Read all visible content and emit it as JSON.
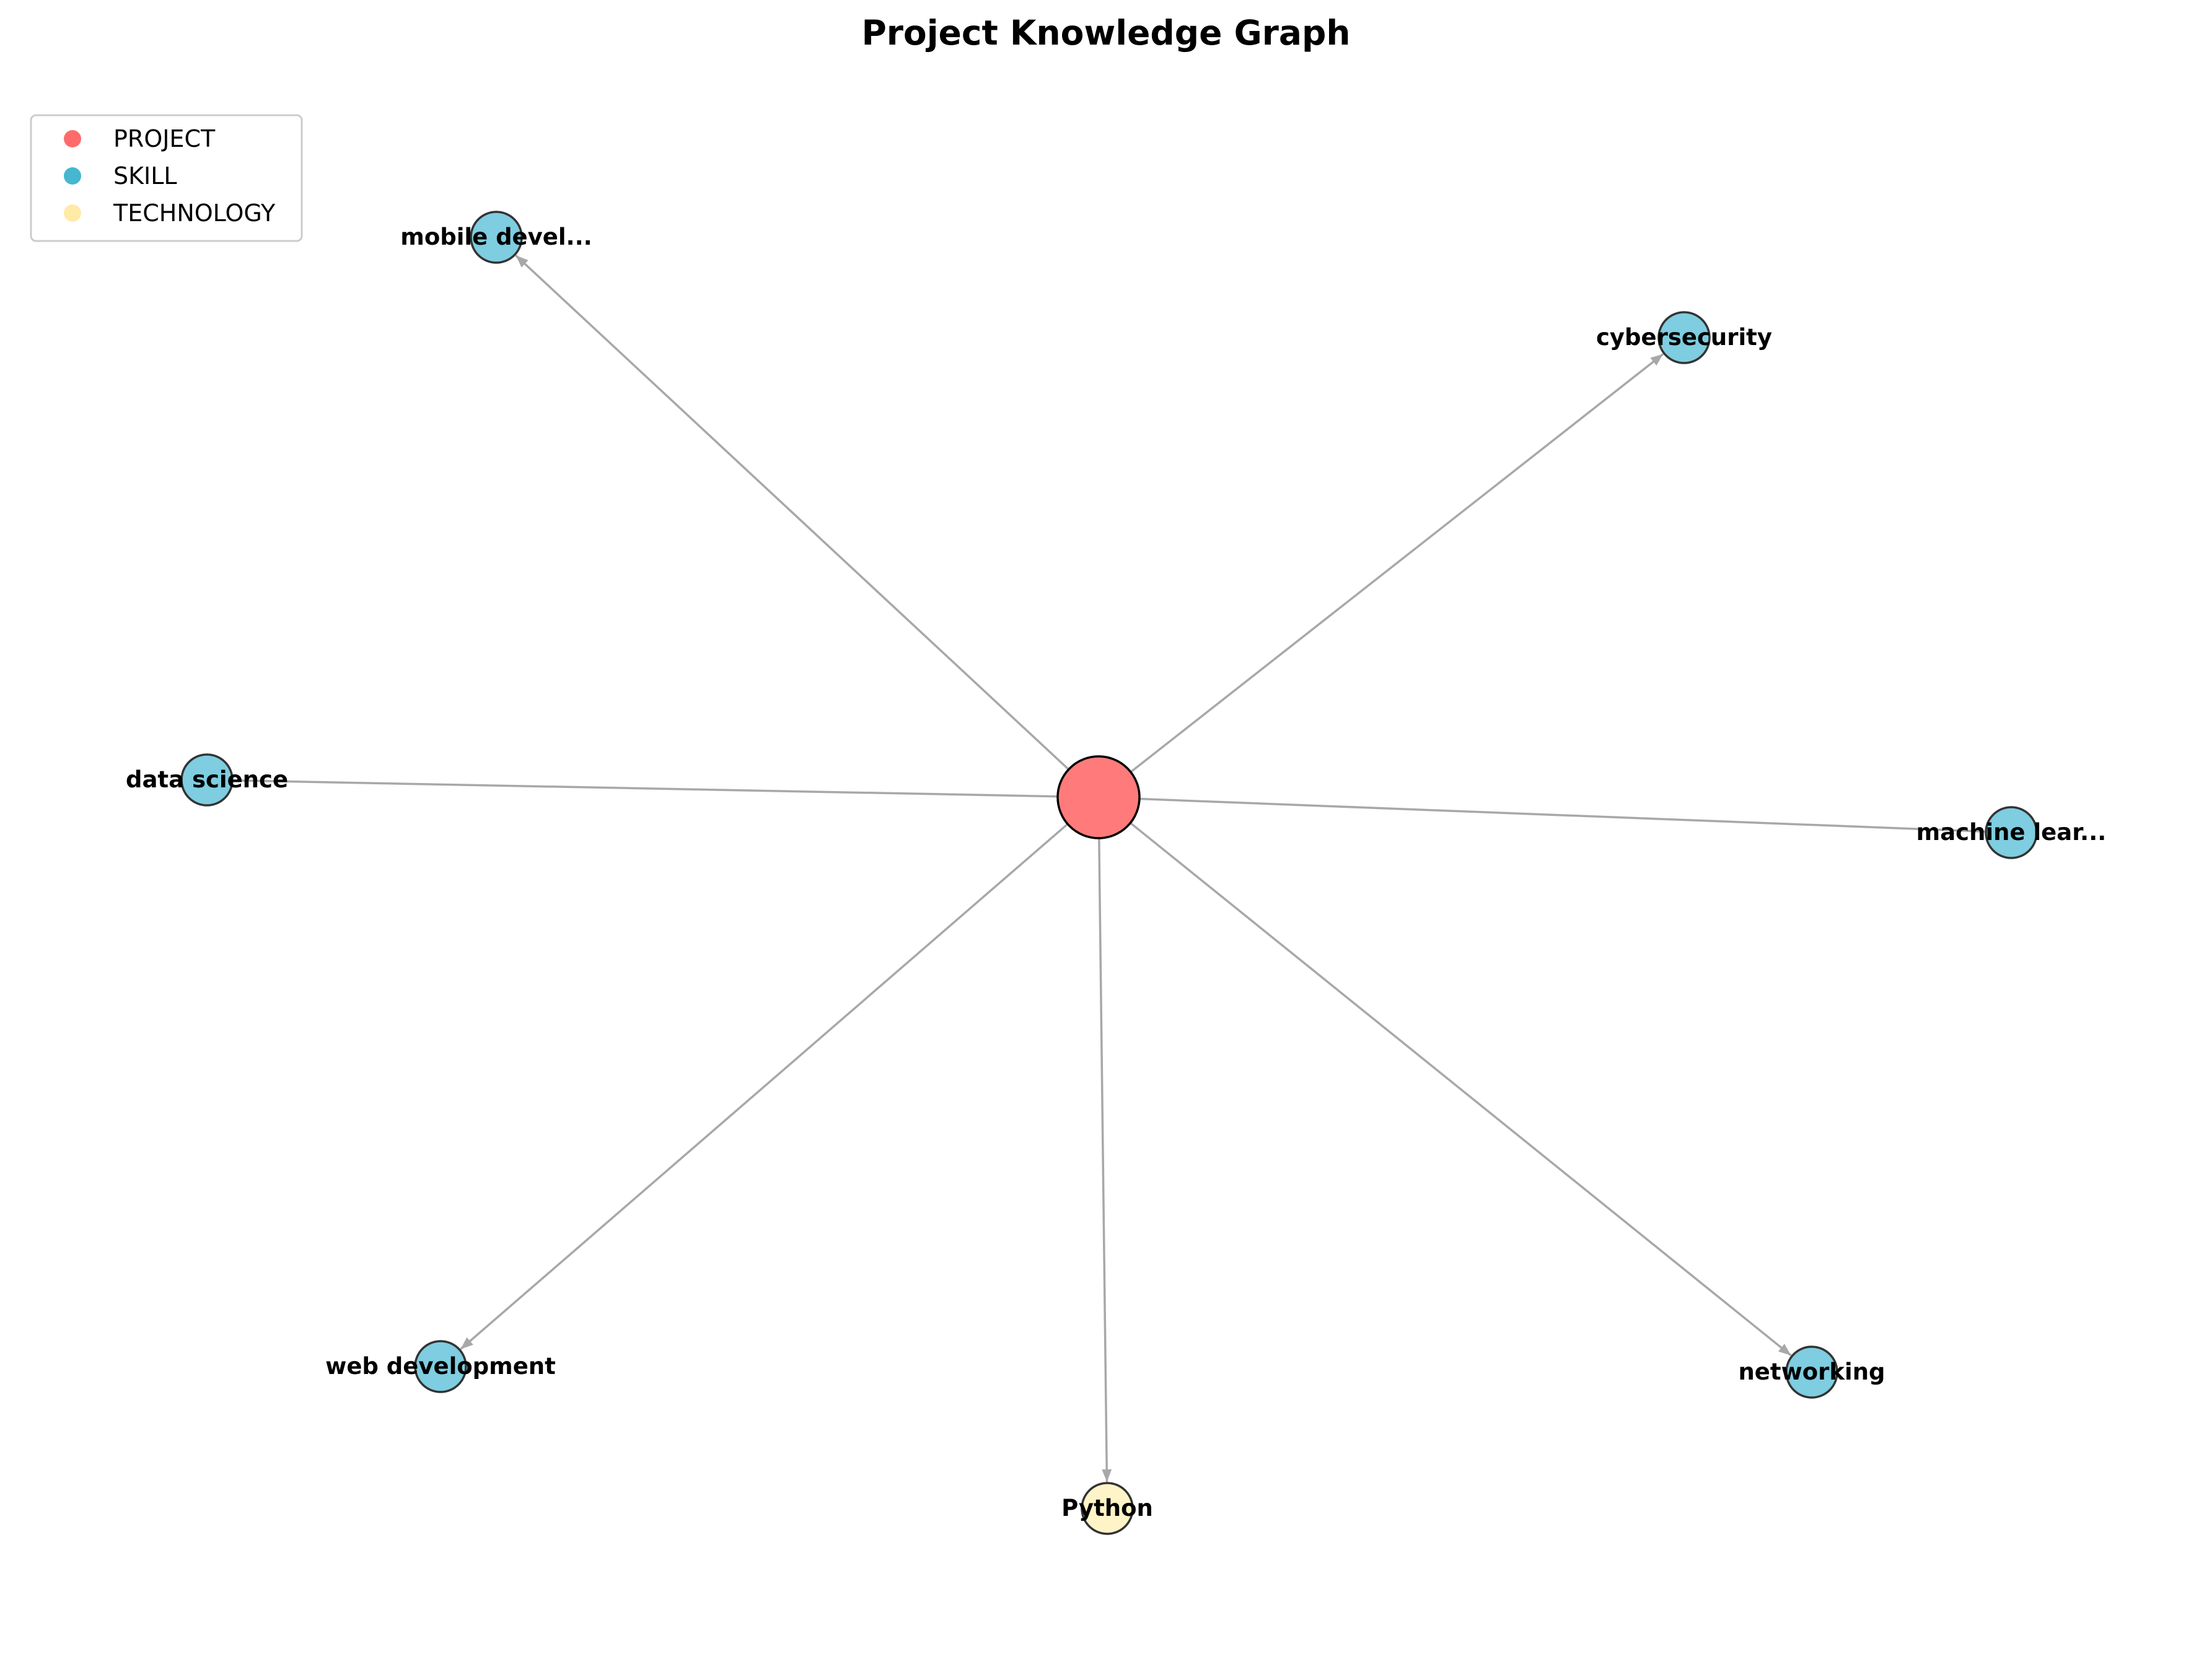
{
  "title": "Project Knowledge Graph",
  "legend": {
    "placement": "top-left",
    "items": [
      {
        "label": "PROJECT",
        "color": "#ff6b6b"
      },
      {
        "label": "SKILL",
        "color": "#45b7d1"
      },
      {
        "label": "TECHNOLOGY",
        "color": "#ffeaa7"
      }
    ]
  },
  "colors": {
    "project": "#ff7b7b",
    "skill": "#7ecde0",
    "technology": "#fff4c8",
    "edge": "#a8a8a8",
    "node_outline": "#333333"
  },
  "nodes": [
    {
      "id": "project",
      "type": "PROJECT",
      "label": ""
    },
    {
      "id": "mobile",
      "type": "SKILL",
      "label": "mobile devel..."
    },
    {
      "id": "cyber",
      "type": "SKILL",
      "label": "cybersecurity"
    },
    {
      "id": "datasci",
      "type": "SKILL",
      "label": "data science"
    },
    {
      "id": "ml",
      "type": "SKILL",
      "label": "machine lear..."
    },
    {
      "id": "webdev",
      "type": "SKILL",
      "label": "web development"
    },
    {
      "id": "python",
      "type": "TECHNOLOGY",
      "label": "Python"
    },
    {
      "id": "networking",
      "type": "SKILL",
      "label": "networking"
    }
  ],
  "edges": [
    {
      "from": "project",
      "to": "mobile",
      "arrow": true
    },
    {
      "from": "project",
      "to": "cyber",
      "arrow": true
    },
    {
      "from": "project",
      "to": "datasci",
      "arrow": false
    },
    {
      "from": "project",
      "to": "ml",
      "arrow": false
    },
    {
      "from": "project",
      "to": "webdev",
      "arrow": true
    },
    {
      "from": "project",
      "to": "python",
      "arrow": true
    },
    {
      "from": "project",
      "to": "networking",
      "arrow": true
    }
  ]
}
